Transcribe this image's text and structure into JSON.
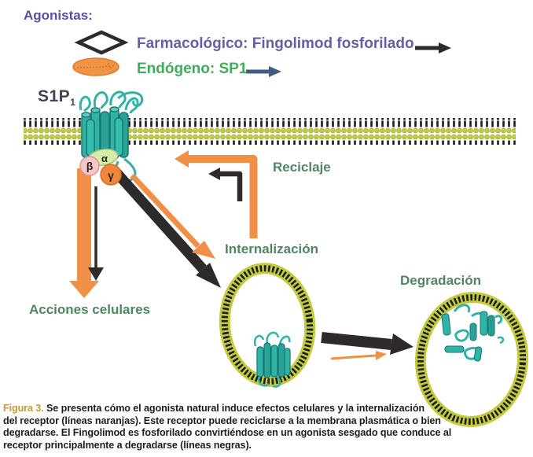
{
  "title": "Agonistas:",
  "legend": {
    "pharmacological": {
      "label": "Farmacológico: Fingolimod fosforilado",
      "icon": "diamond-icon",
      "arrow_color": "#2e2a2b"
    },
    "endogenous": {
      "label": "Endógeno: SP1",
      "icon": "lipid-ellipse-icon",
      "arrow_color": "#415e85"
    }
  },
  "receptor": {
    "name": "S1P",
    "subscript": "1"
  },
  "g_protein": {
    "alpha": "α",
    "beta": "β",
    "gamma": "γ"
  },
  "labels": {
    "recycling": "Reciclaje",
    "internalization": "Internalización",
    "cellular_actions": "Acciones celulares",
    "degradation": "Degradación"
  },
  "caption": {
    "label": "Figura 3.",
    "text": " Se presenta cómo el agonista natural induce efectos celulares y la internalización\ndel receptor (líneas naranjas). Este receptor puede reciclarse a la membrana plasmática o bien\ndegradarse. El Fingolimod es fosforilado convirtiéndose en un agonista sesgado que conduce al\nreceptor principalmente a degradarse (líneas negras)."
  },
  "colors": {
    "orange_pathway": "#f09046",
    "black_pathway": "#2e2a2b",
    "receptor_teal": "#2fb3a7",
    "membrane_yellow_green": "#c3ca3d",
    "sp1_arrow_blue": "#415e85",
    "title_purple": "#5b4da3",
    "endogenous_green": "#3fae5c",
    "label_green": "#4f8560",
    "caption_gold": "#bf9a3f"
  }
}
